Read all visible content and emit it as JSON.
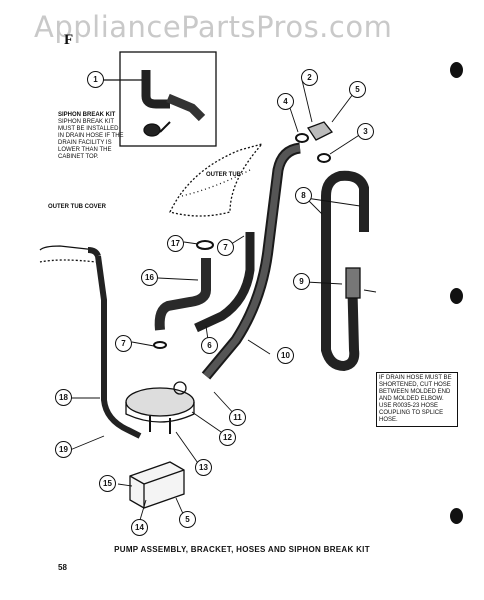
{
  "watermark": "AppliancePartsPros.com",
  "corner_mark": "F",
  "notes": {
    "siphon_kit_title": "SIPHON BREAK KIT",
    "siphon_kit_body": "Siphon break kit must be installed in drain hose if the drain facility is lower than the cabinet top.",
    "drain_hose_note": "IF DRAIN HOSE MUST BE SHORTENED, CUT HOSE BETWEEN MOLDED END AND MOLDED ELBOW. USE R0035-23 HOSE COUPLING TO SPLICE HOSE."
  },
  "labels": {
    "outer_tub": "OUTER TUB",
    "outer_tub_cover": "OUTER TUB COVER"
  },
  "callouts": {
    "c1": "1",
    "c2": "2",
    "c3": "3",
    "c4": "4",
    "c5": "5",
    "c6": "6",
    "c7a": "7",
    "c7b": "7",
    "c8": "8",
    "c9": "9",
    "c10": "10",
    "c11": "11",
    "c12": "12",
    "c13": "13",
    "c14": "14",
    "c15": "15",
    "c16": "16",
    "c17": "17",
    "c18": "18",
    "c19": "19",
    "c5b": "5"
  },
  "caption": "PUMP ASSEMBLY, BRACKET, HOSES AND SIPHON BREAK KIT",
  "page_number": "58"
}
